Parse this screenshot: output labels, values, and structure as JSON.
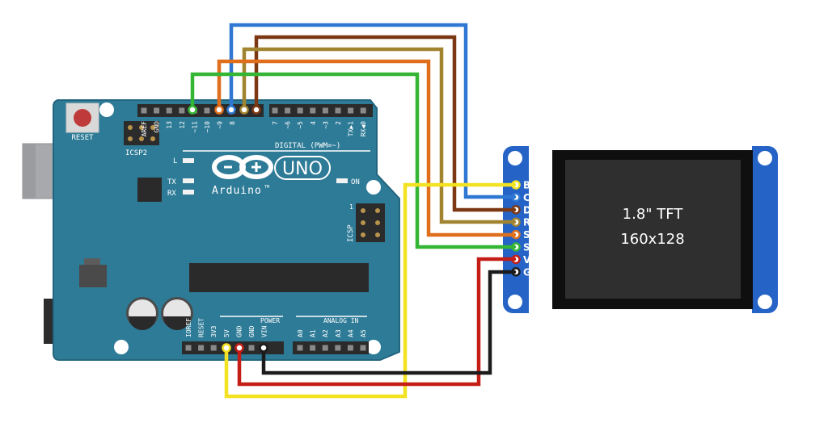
{
  "arduino": {
    "reset_label": "RESET",
    "icsp2_label": "ICSP2",
    "icsp_label": "ICSP",
    "logo_text": "Arduino",
    "uno_text": "UNO",
    "tm": "TM",
    "l_label": "L",
    "tx_label": "TX",
    "rx_label": "RX",
    "on_label": "ON",
    "digital_label": "DIGITAL (PWM=~)",
    "power_label": "POWER",
    "analog_label": "ANALOG IN",
    "icsp_pin1": "1",
    "digital_pins": [
      "AREF",
      "GND",
      "13",
      "12",
      "~11",
      "~10",
      "~9",
      "8",
      "7",
      "~6",
      "~5",
      "4",
      "~3",
      "2",
      "TX▶1",
      "RX◀0"
    ],
    "power_pins": [
      "IOREF",
      "RESET",
      "3V3",
      "5V",
      "GND",
      "GND",
      "VIN"
    ],
    "analog_pins": [
      "A0",
      "A1",
      "A2",
      "A3",
      "A4",
      "A5"
    ]
  },
  "tft": {
    "title_line1": "1.8\" TFT",
    "title_line2": "160x128",
    "pins": [
      "BL",
      "CS",
      "DC",
      "RES",
      "SDA",
      "SCL",
      "VCC",
      "GND"
    ]
  },
  "colors": {
    "board": "#2e7b97",
    "board_edge": "#22657e",
    "tft_board": "#2563c7",
    "screen": "#2f2f2f",
    "wire_blue": "#2f77d2",
    "wire_brown": "#7b3812",
    "wire_olive": "#a08430",
    "wire_orange": "#df6f1d",
    "wire_green": "#34b534",
    "wire_yellow": "#f3e221",
    "wire_red": "#c41d16",
    "wire_black": "#1b1b1b"
  }
}
